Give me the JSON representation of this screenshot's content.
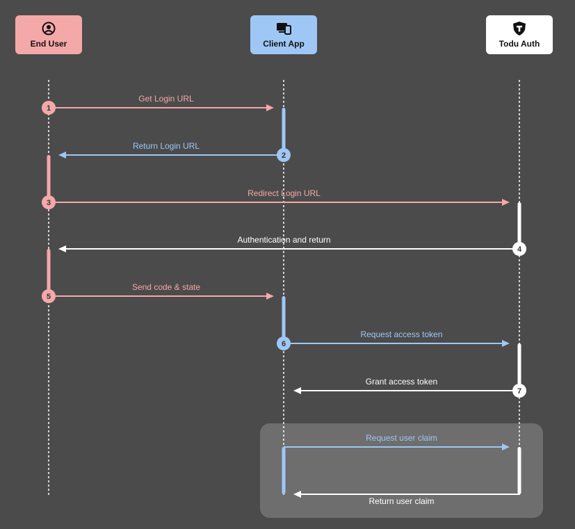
{
  "colors": {
    "background": "#4b4b4b",
    "end_user": "#f5a8a8",
    "client_app": "#9fc7f5",
    "todu_auth": "#ffffff",
    "group_box": "#6e6e6e"
  },
  "actors": [
    {
      "id": "end_user",
      "label": "End User",
      "icon": "user-circle-icon"
    },
    {
      "id": "client_app",
      "label": "Client App",
      "icon": "devices-icon"
    },
    {
      "id": "todu_auth",
      "label": "Todu Auth",
      "icon": "shield-logo-icon"
    }
  ],
  "steps": [
    {
      "number": "1",
      "label": "Get Login URL",
      "from": "end_user",
      "to": "client_app"
    },
    {
      "number": "2",
      "label": "Return Login URL",
      "from": "client_app",
      "to": "end_user"
    },
    {
      "number": "3",
      "label": "Redirect Login URL",
      "from": "end_user",
      "to": "todu_auth"
    },
    {
      "number": "4",
      "label": "Authentication and return",
      "from": "todu_auth",
      "to": "end_user"
    },
    {
      "number": "5",
      "label": "Send code & state",
      "from": "end_user",
      "to": "client_app"
    },
    {
      "number": "6",
      "label": "Request access token",
      "from": "client_app",
      "to": "todu_auth"
    },
    {
      "number": "7",
      "label": "Grant access token",
      "from": "todu_auth",
      "to": "client_app"
    }
  ],
  "group": {
    "messages": [
      {
        "label": "Request user claim",
        "from": "client_app",
        "to": "todu_auth"
      },
      {
        "label": "Return user claim",
        "from": "todu_auth",
        "to": "client_app"
      }
    ]
  }
}
